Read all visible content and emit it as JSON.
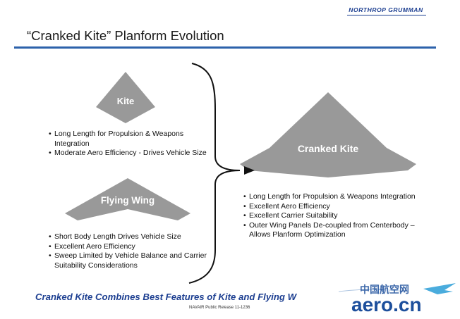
{
  "header": {
    "logo_text": "NORTHROP GRUMMAN",
    "title": "“Cranked Kite” Planform Evolution"
  },
  "colors": {
    "accent_rule": "#2c62ab",
    "logo_blue": "#1d3f91",
    "shape_gray": "#999999",
    "banner_blue": "#1d3f91"
  },
  "kite": {
    "label": "Kite",
    "bullets": [
      "Long Length for Propulsion & Weapons Integration",
      "Moderate Aero Efficiency - Drives Vehicle Size"
    ]
  },
  "flying_wing": {
    "label": "Flying Wing",
    "bullets": [
      "Short Body Length Drives Vehicle Size",
      "Excellent Aero Efficiency",
      "Sweep Limited by Vehicle Balance and Carrier Suitability Considerations"
    ]
  },
  "cranked_kite": {
    "label": "Cranked Kite",
    "bullets": [
      "Long Length for Propulsion & Weapons Integration",
      "Excellent Aero Efficiency",
      "Excellent Carrier Suitability",
      "Outer Wing Panels De-coupled from Centerbody – Allows Planform Optimization"
    ]
  },
  "footer": {
    "banner": "Cranked Kite Combines Best Features of Kite and Flying W",
    "release": "NAVAIR Public Release 11-1236"
  },
  "watermark": {
    "chinese": "中国航空网",
    "latin": "aero.cn"
  }
}
